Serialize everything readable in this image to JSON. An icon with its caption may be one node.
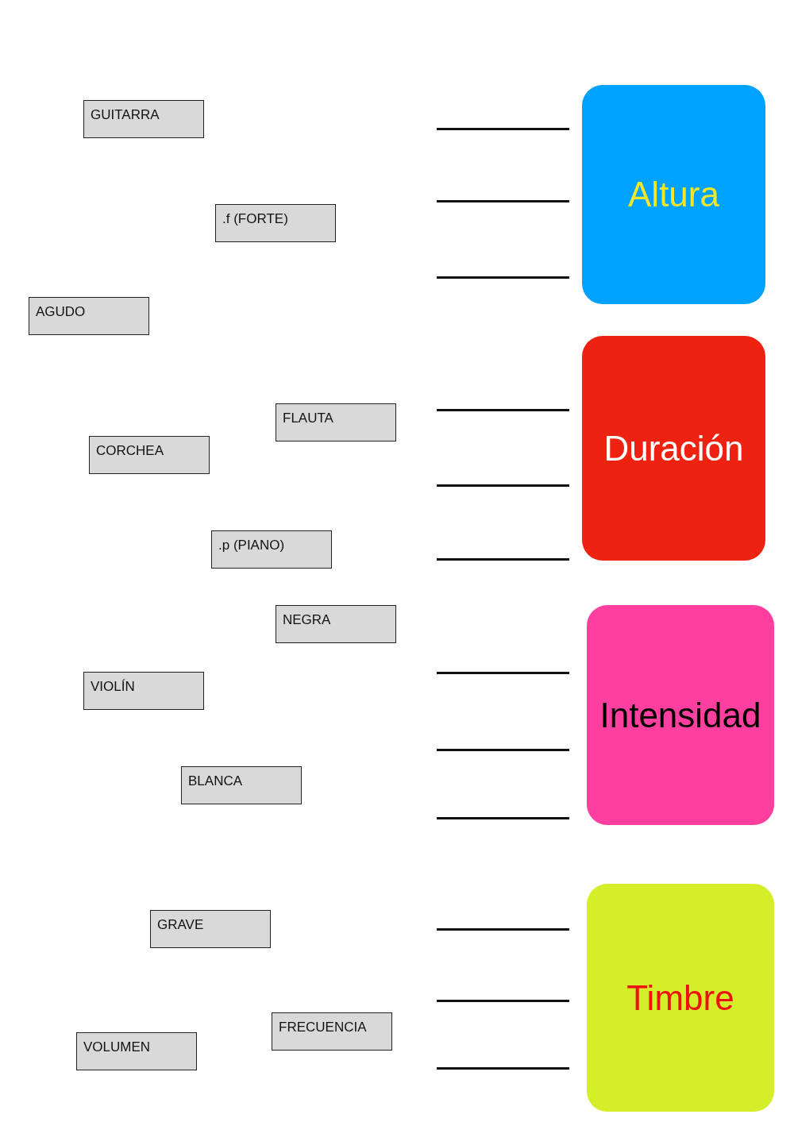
{
  "diagram": {
    "nodes": [
      {
        "text": [
          "GUITARRA"
        ]
      },
      {
        "text": [
          ".f (FORTE)"
        ]
      },
      {
        "text": [
          "AGUDO"
        ]
      },
      {
        "text": [
          "FLAUTA"
        ]
      },
      {
        "text": [
          "CORCHEA"
        ]
      },
      {
        "text": [
          ".p (PIANO)"
        ]
      },
      {
        "text": [
          "NEGRA"
        ]
      },
      {
        "text": [
          "VIOLÍN"
        ]
      },
      {
        "text": [
          "BLANCA"
        ]
      },
      {
        "text": [
          "GRAVE"
        ]
      },
      {
        "text": [
          "FRECUENCIA"
        ]
      },
      {
        "text": [
          "VOLUMEN"
        ]
      },
      {
        "text": [
          "Altura"
        ]
      },
      {
        "text": [
          "Duración"
        ]
      },
      {
        "text": [
          "Intensidad"
        ]
      },
      {
        "text": [
          "Timbre"
        ]
      }
    ]
  }
}
